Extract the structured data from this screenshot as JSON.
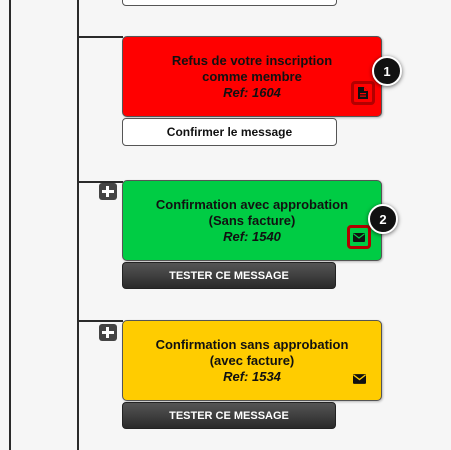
{
  "cards": [
    {
      "title_line1": "Refus de votre inscription",
      "title_line2": "comme membre",
      "ref": "Ref: 1604",
      "color": "#ff0000",
      "icon": "document-icon",
      "button_label": "Confirmer le message"
    },
    {
      "title_line1": "Confirmation avec approbation",
      "title_line2": "(Sans facture)",
      "ref": "Ref: 1540",
      "color": "#00cc44",
      "icon": "envelope-icon",
      "button_label": "TESTER CE MESSAGE"
    },
    {
      "title_line1": "Confirmation sans approbation",
      "title_line2": "(avec facture)",
      "ref": "Ref: 1534",
      "color": "#ffcc00",
      "icon": "envelope-icon",
      "button_label": "TESTER CE MESSAGE"
    }
  ],
  "callouts": [
    "1",
    "2"
  ],
  "colors": {
    "highlight": "#b30000",
    "line": "#2a2a2a"
  }
}
